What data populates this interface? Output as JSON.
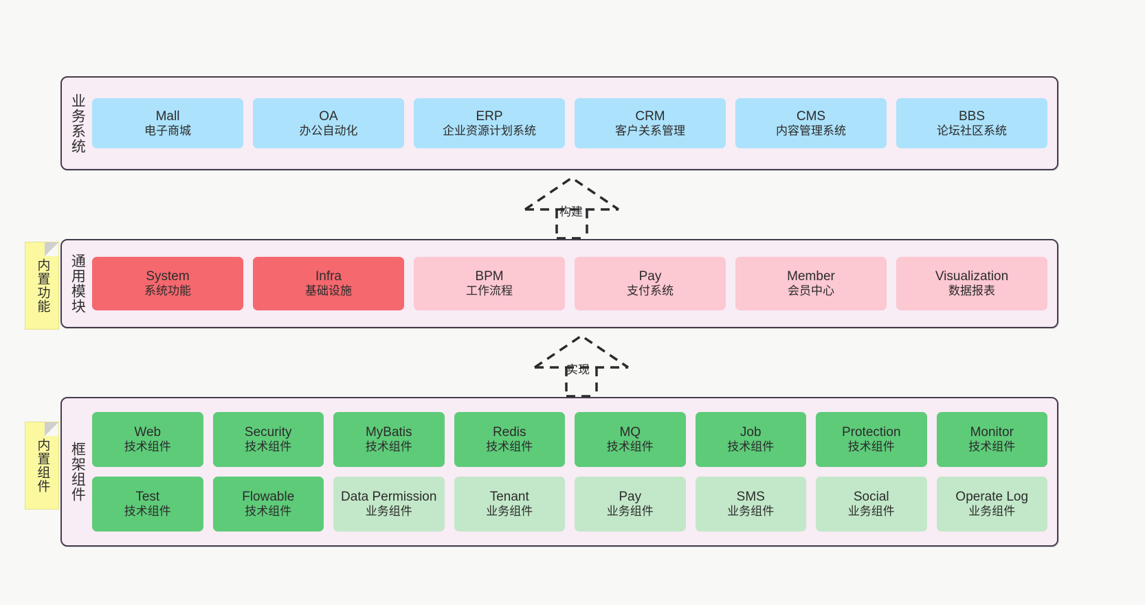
{
  "diagram": {
    "background_color": "#f8f8f7",
    "layer_fill": "#f8ecf5",
    "layer_border": "#443d4a",
    "colors": {
      "blue": "#ace2fb",
      "red": "#f4686e",
      "pink": "#fcc8d2",
      "green": "#5ecb79",
      "light_green": "#c3e8c9",
      "note_yellow": "#fbf8a0"
    }
  },
  "layers": [
    {
      "key": "business",
      "label": "业务系统",
      "cards": [
        {
          "title": "Mall",
          "subtitle": "电子商城",
          "color": "blue"
        },
        {
          "title": "OA",
          "subtitle": "办公自动化",
          "color": "blue"
        },
        {
          "title": "ERP",
          "subtitle": "企业资源计划系统",
          "color": "blue"
        },
        {
          "title": "CRM",
          "subtitle": "客户关系管理",
          "color": "blue"
        },
        {
          "title": "CMS",
          "subtitle": "内容管理系统",
          "color": "blue"
        },
        {
          "title": "BBS",
          "subtitle": "论坛社区系统",
          "color": "blue"
        }
      ]
    },
    {
      "key": "common",
      "label": "通用模块",
      "note": "内置功能",
      "cards": [
        {
          "title": "System",
          "subtitle": "系统功能",
          "color": "red"
        },
        {
          "title": "Infra",
          "subtitle": "基础设施",
          "color": "red"
        },
        {
          "title": "BPM",
          "subtitle": "工作流程",
          "color": "pink"
        },
        {
          "title": "Pay",
          "subtitle": "支付系统",
          "color": "pink"
        },
        {
          "title": "Member",
          "subtitle": "会员中心",
          "color": "pink"
        },
        {
          "title": "Visualization",
          "subtitle": "数据报表",
          "color": "pink"
        }
      ]
    },
    {
      "key": "framework",
      "label": "框架组件",
      "note": "内置组件",
      "row1": [
        {
          "title": "Web",
          "subtitle": "技术组件",
          "color": "green"
        },
        {
          "title": "Security",
          "subtitle": "技术组件",
          "color": "green"
        },
        {
          "title": "MyBatis",
          "subtitle": "技术组件",
          "color": "green"
        },
        {
          "title": "Redis",
          "subtitle": "技术组件",
          "color": "green"
        },
        {
          "title": "MQ",
          "subtitle": "技术组件",
          "color": "green"
        },
        {
          "title": "Job",
          "subtitle": "技术组件",
          "color": "green"
        },
        {
          "title": "Protection",
          "subtitle": "技术组件",
          "color": "green"
        },
        {
          "title": "Monitor",
          "subtitle": "技术组件",
          "color": "green"
        }
      ],
      "row2": [
        {
          "title": "Test",
          "subtitle": "技术组件",
          "color": "green"
        },
        {
          "title": "Flowable",
          "subtitle": "技术组件",
          "color": "green"
        },
        {
          "title": "Data Permission",
          "subtitle": "业务组件",
          "color": "light_green"
        },
        {
          "title": "Tenant",
          "subtitle": "业务组件",
          "color": "light_green"
        },
        {
          "title": "Pay",
          "subtitle": "业务组件",
          "color": "light_green"
        },
        {
          "title": "SMS",
          "subtitle": "业务组件",
          "color": "light_green"
        },
        {
          "title": "Social",
          "subtitle": "业务组件",
          "color": "light_green"
        },
        {
          "title": "Operate Log",
          "subtitle": "业务组件",
          "color": "light_green"
        }
      ]
    }
  ],
  "connectors": [
    {
      "key": "build",
      "label": "构建",
      "style": "dashed-hollow-triangle",
      "direction": "up"
    },
    {
      "key": "implement",
      "label": "实现",
      "style": "dashed-hollow-triangle",
      "direction": "up"
    }
  ]
}
